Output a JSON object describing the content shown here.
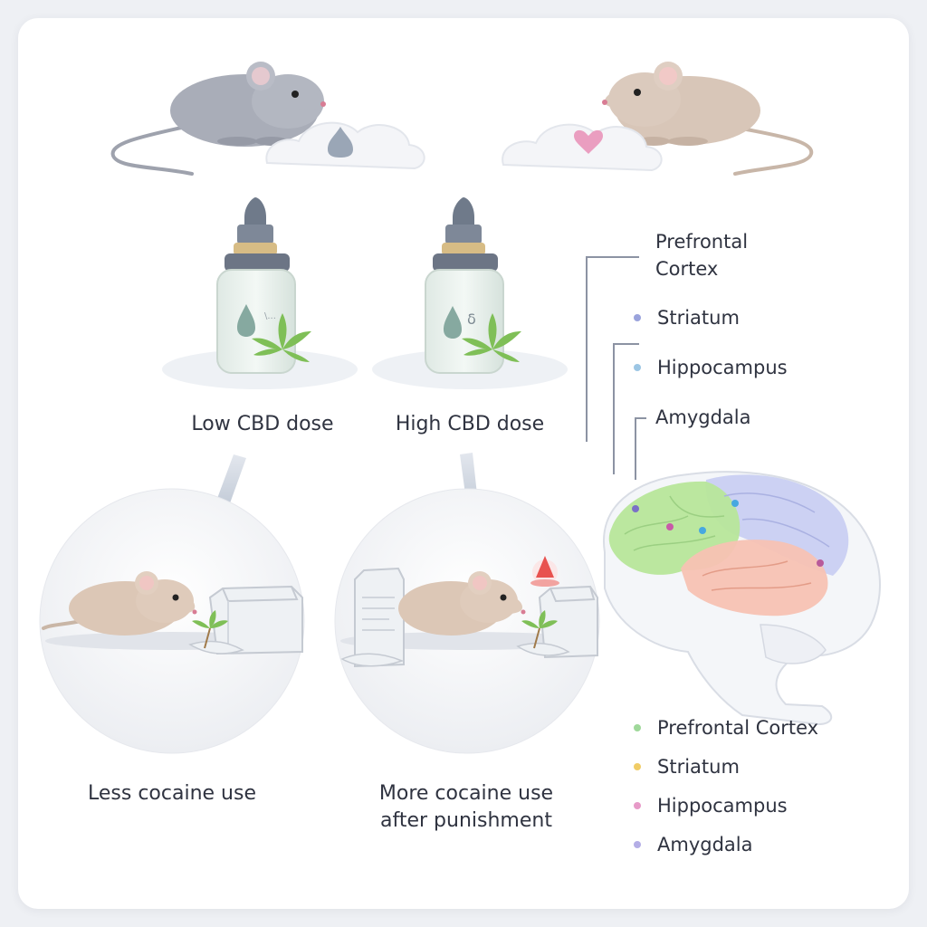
{
  "panels": {
    "low_dose": {
      "label": "Low CBD dose",
      "outcome": "Less cocaine use"
    },
    "high_dose": {
      "label": "High CBD dose",
      "outcome_line1": "More cocaine use",
      "outcome_line2": "after punishment"
    }
  },
  "bottle_text": {
    "low": "\\...",
    "high": "δ"
  },
  "top_legend": [
    {
      "line1": "Prefrontal",
      "line2": "Cortex",
      "color": ""
    },
    {
      "line1": "Striatum",
      "color": "#9aa3dc"
    },
    {
      "line1": "Hippocampus",
      "color": "#9cc6e4"
    },
    {
      "line1": "Amygdala",
      "color": ""
    }
  ],
  "bottom_legend": [
    {
      "label": "Prefrontal Cortex",
      "color": "#9fd89a"
    },
    {
      "label": "Striatum",
      "color": "#f0cc66"
    },
    {
      "label": "Hippocampus",
      "color": "#e79ac8"
    },
    {
      "label": "Amygdala",
      "color": "#b4aee6"
    }
  ],
  "brain_colors": {
    "prefrontal": "#b7e69a",
    "parietal": "#c8cdf2",
    "temporal": "#f7c2b3"
  }
}
